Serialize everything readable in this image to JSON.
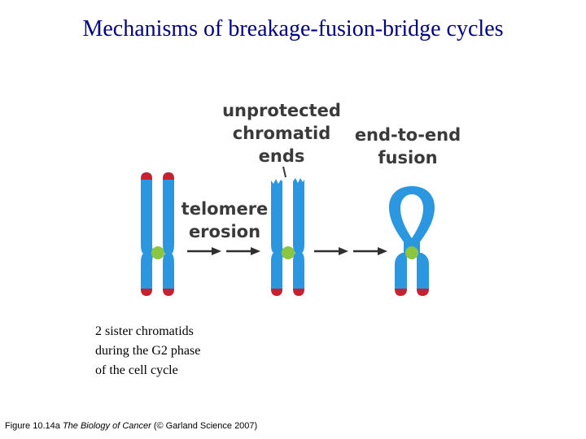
{
  "title": "Mechanisms of breakage-fusion-bridge cycles",
  "labels": {
    "unprotected": [
      "unprotected",
      "chromatid",
      "ends"
    ],
    "fusion": [
      "end-to-end",
      "fusion"
    ],
    "erosion": [
      "telomere",
      "erosion"
    ]
  },
  "caption": [
    "2 sister chromatids",
    "during the G2 phase",
    "of the cell cycle"
  ],
  "footer": {
    "figure": "Figure 10.14a",
    "book": "The Biology of Cancer",
    "credit": "(© Garland Science 2007)"
  },
  "colors": {
    "chromatid": "#2b97e0",
    "telomere": "#c8202e",
    "centromere": "#8cc63f",
    "arrow": "#2f2f2f",
    "text": "#3a3a3a",
    "title": "#000080"
  }
}
